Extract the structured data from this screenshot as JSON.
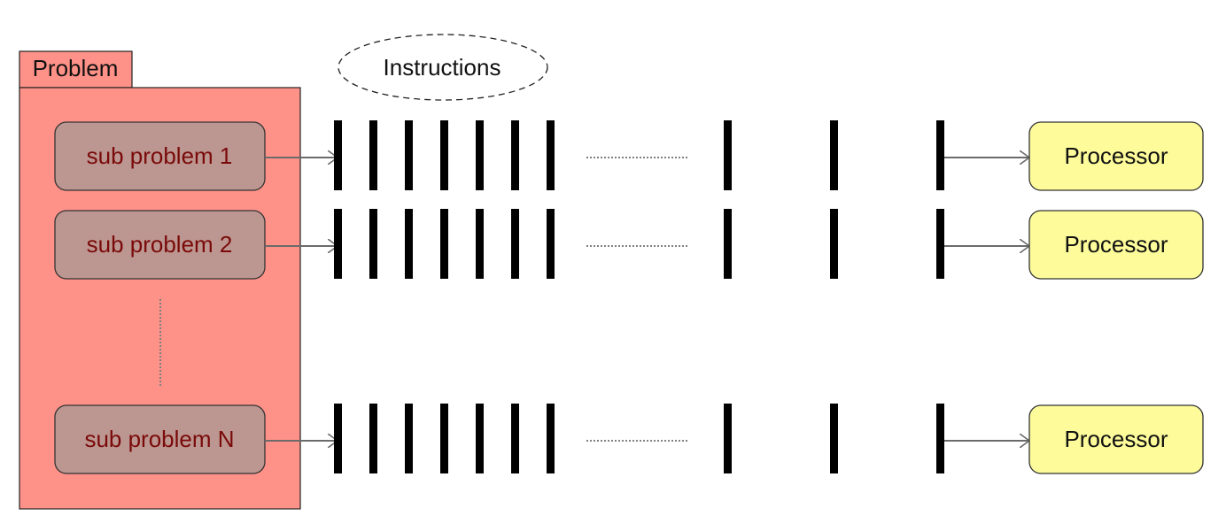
{
  "problem": {
    "tab_label": "Problem"
  },
  "subproblems": [
    {
      "label": "sub problem 1"
    },
    {
      "label": "sub problem 2"
    },
    {
      "label": "sub problem N"
    }
  ],
  "instructions_label": "Instructions",
  "processor_label": "Processor",
  "colors": {
    "problem_fill": "#ff9288",
    "subproblem_fill": "#bc9690",
    "subproblem_text": "#7a0a0a",
    "processor_fill": "#fdfb9a",
    "arrow": "#6b6b6b",
    "bar": "#000000",
    "dots": "#7f7f7f"
  }
}
